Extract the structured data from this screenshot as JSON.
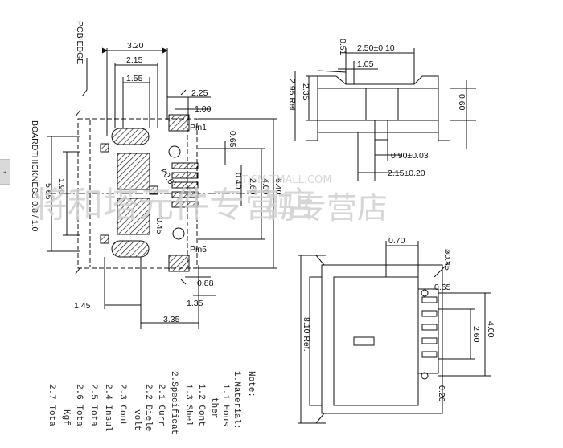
{
  "left_view": {
    "pcb_edge_label": "PCB EDGE",
    "pin1_label": "Pin1",
    "pin5_label": "Pin5",
    "top_dims": [
      "3.20",
      "2.15",
      "1.55",
      "2.25",
      "1.00"
    ],
    "right_dims": [
      "0.65",
      "0.40",
      "2.60",
      "4.00",
      "6.40"
    ],
    "left_dims": [
      "1.90",
      "5.65"
    ],
    "hole_dia": "ø0.6",
    "pitch": "0.45",
    "bottom_dims": [
      "0.88",
      "1.45",
      "1.35",
      "3.35"
    ]
  },
  "top_right_view": {
    "dims": [
      "0.51",
      "2.50±0.10",
      "1.05",
      "2.35",
      "2.95 Ref.",
      "0.60",
      "0.90±0.03",
      "2.15±0.20"
    ]
  },
  "bottom_right_view": {
    "dims": [
      "0.70",
      "ø0.45",
      "0.65",
      "8.10 Ref.",
      "4.00",
      "2.60",
      "0.26"
    ]
  },
  "watermark": {
    "url": "TJSM.TMALL.COM",
    "text": "将和塔元件专营店",
    "side_text": "码专营店"
  },
  "notes": {
    "title": "Note:",
    "columns": [
      [
        "1.Material:",
        "1.1 Hous",
        "ther"
      ],
      [
        "1.2 Cont"
      ],
      [
        "1.3 Shel"
      ],
      [
        "2.Specificat"
      ],
      [
        "2.1 Curr"
      ],
      [
        "2.2 Diele",
        "volt"
      ],
      [
        "2.3 Cont"
      ],
      [
        "2.4 Insul"
      ],
      [
        "2.5 Tota"
      ],
      [
        "2.6 Tota",
        "Kgf"
      ],
      [
        "2.7 Tota"
      ]
    ]
  },
  "left_edge_text": "BOARDTHICKNESS 0.8 / 1.0"
}
